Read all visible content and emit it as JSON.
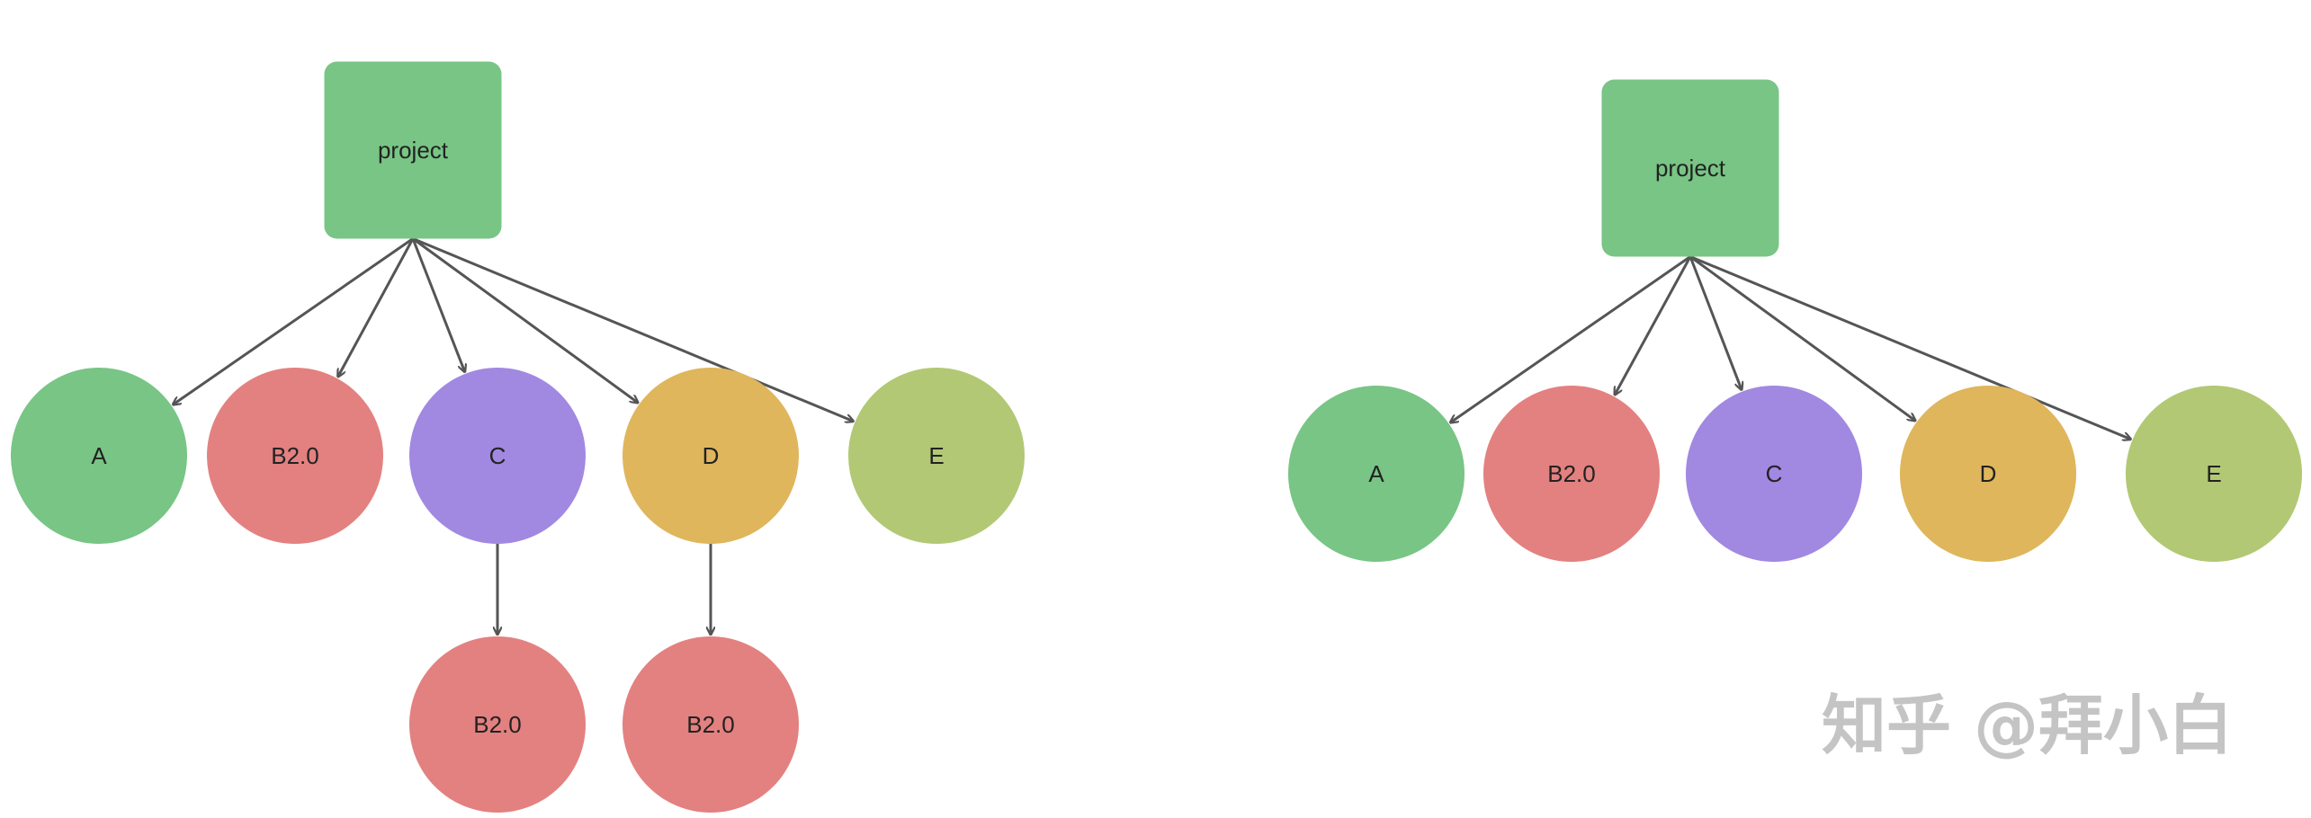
{
  "colors": {
    "green": "#78c585",
    "red": "#e38180",
    "purple": "#a188e1",
    "orange": "#dfb65c",
    "olive": "#b2c874",
    "edge": "#555555"
  },
  "diagrams": [
    {
      "id": "left",
      "nodes": [
        {
          "id": "project",
          "label": "project",
          "shape": "rounded-square",
          "color": "green"
        },
        {
          "id": "A",
          "label": "A",
          "shape": "circle",
          "color": "green"
        },
        {
          "id": "B",
          "label": "B2.0",
          "shape": "circle",
          "color": "red"
        },
        {
          "id": "C",
          "label": "C",
          "shape": "circle",
          "color": "purple"
        },
        {
          "id": "D",
          "label": "D",
          "shape": "circle",
          "color": "orange"
        },
        {
          "id": "E",
          "label": "E",
          "shape": "circle",
          "color": "olive"
        },
        {
          "id": "CB",
          "label": "B2.0",
          "shape": "circle",
          "color": "red"
        },
        {
          "id": "DB",
          "label": "B2.0",
          "shape": "circle",
          "color": "red"
        }
      ],
      "edges": [
        {
          "from": "project",
          "to": "A"
        },
        {
          "from": "project",
          "to": "B"
        },
        {
          "from": "project",
          "to": "C"
        },
        {
          "from": "project",
          "to": "D"
        },
        {
          "from": "project",
          "to": "E"
        },
        {
          "from": "C",
          "to": "CB"
        },
        {
          "from": "D",
          "to": "DB"
        }
      ]
    },
    {
      "id": "right",
      "nodes": [
        {
          "id": "project",
          "label": "project",
          "shape": "rounded-square",
          "color": "green"
        },
        {
          "id": "A",
          "label": "A",
          "shape": "circle",
          "color": "green"
        },
        {
          "id": "B",
          "label": "B2.0",
          "shape": "circle",
          "color": "red"
        },
        {
          "id": "C",
          "label": "C",
          "shape": "circle",
          "color": "purple"
        },
        {
          "id": "D",
          "label": "D",
          "shape": "circle",
          "color": "orange"
        },
        {
          "id": "E",
          "label": "E",
          "shape": "circle",
          "color": "olive"
        }
      ],
      "edges": [
        {
          "from": "project",
          "to": "A"
        },
        {
          "from": "project",
          "to": "B"
        },
        {
          "from": "project",
          "to": "C"
        },
        {
          "from": "project",
          "to": "D"
        },
        {
          "from": "project",
          "to": "E"
        }
      ]
    }
  ],
  "watermark": {
    "text": "知乎 @拜小白"
  }
}
